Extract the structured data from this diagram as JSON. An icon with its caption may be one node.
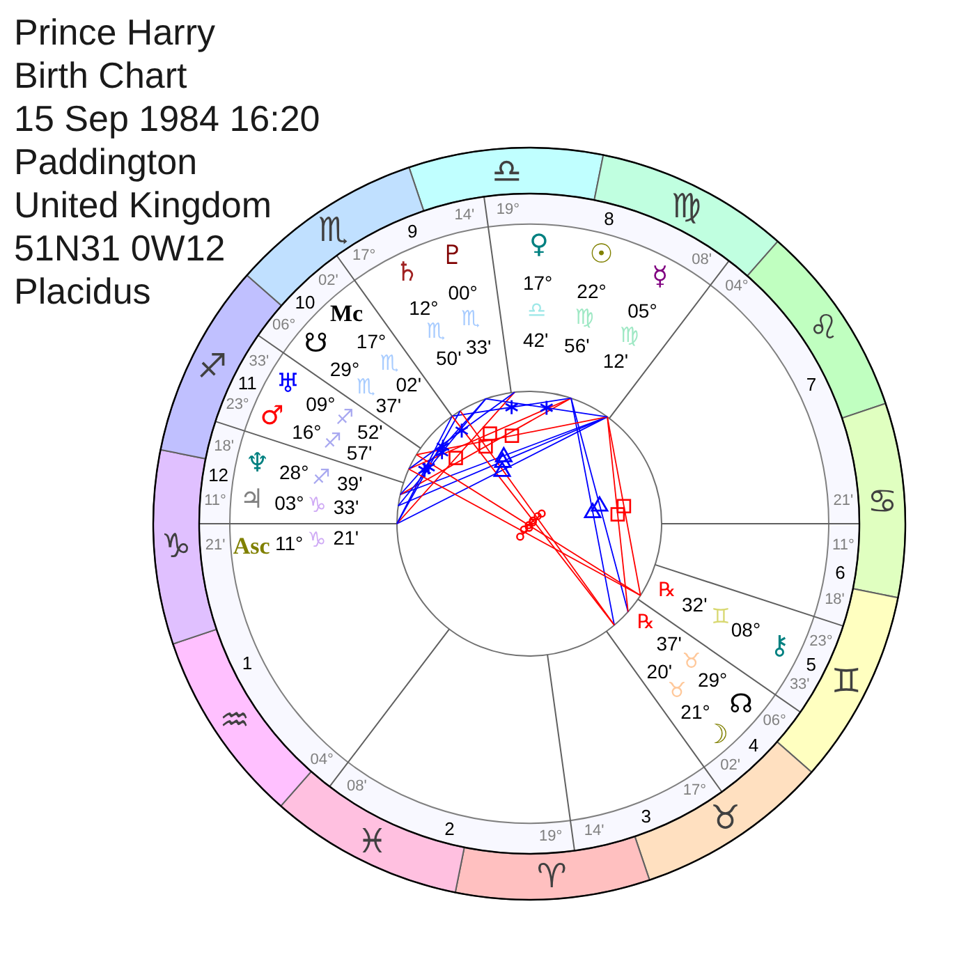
{
  "diagram": {
    "title": "Prince Harry",
    "nodes": [
      {
        "text": [
          "♎"
        ]
      },
      {
        "text": [
          "♍"
        ]
      },
      {
        "text": [
          "♌"
        ]
      },
      {
        "text": [
          "♋"
        ]
      },
      {
        "text": [
          "♊"
        ]
      },
      {
        "text": [
          "♉"
        ]
      },
      {
        "text": [
          "♈"
        ]
      },
      {
        "text": [
          "♓"
        ]
      },
      {
        "text": [
          "♒"
        ]
      },
      {
        "text": [
          "♑"
        ]
      },
      {
        "text": [
          "♐"
        ]
      },
      {
        "text": [
          "♏"
        ]
      }
    ],
    "labels": [
      "Birth Chart",
      "15 Sep 1984 16:20",
      "Paddington",
      "United Kingdom",
      "51N31 0W12",
      "Placidus",
      "11°",
      "21'",
      "1",
      "04°",
      "08'",
      "2",
      "19°",
      "14'",
      "3",
      "17°",
      "02'",
      "4",
      "06°",
      "33'",
      "5",
      "23°",
      "18'",
      "6",
      "11°",
      "21'",
      "7",
      "04°",
      "08'",
      "8",
      "19°",
      "14'",
      "9",
      "17°",
      "02'",
      "10",
      "06°",
      "33'",
      "11",
      "23°",
      "18'",
      "12",
      "♀",
      "17°",
      "♎",
      "42'",
      "♇",
      "00°",
      "♏",
      "33'",
      "♄",
      "12°",
      "♏",
      "50'",
      "Mc",
      "17°",
      "♏",
      "02'",
      "☋",
      "29°",
      "♏",
      "37'",
      "♅",
      "09°",
      "♐",
      "52'",
      "♂",
      "16°",
      "♐",
      "57'",
      "♆",
      "28°",
      "♐",
      "39'",
      "♃",
      "03°",
      "♑",
      "33'",
      "Asc",
      "11°",
      "♑",
      "21'",
      "☉",
      "22°",
      "♍",
      "56'",
      "☿",
      "05°",
      "♍",
      "12'",
      "⚷",
      "08°",
      "♊",
      "32'",
      "℞",
      "☊",
      "29°",
      "♉",
      "37'",
      "℞",
      "☽",
      "21°",
      "♉",
      "20'"
    ]
  }
}
